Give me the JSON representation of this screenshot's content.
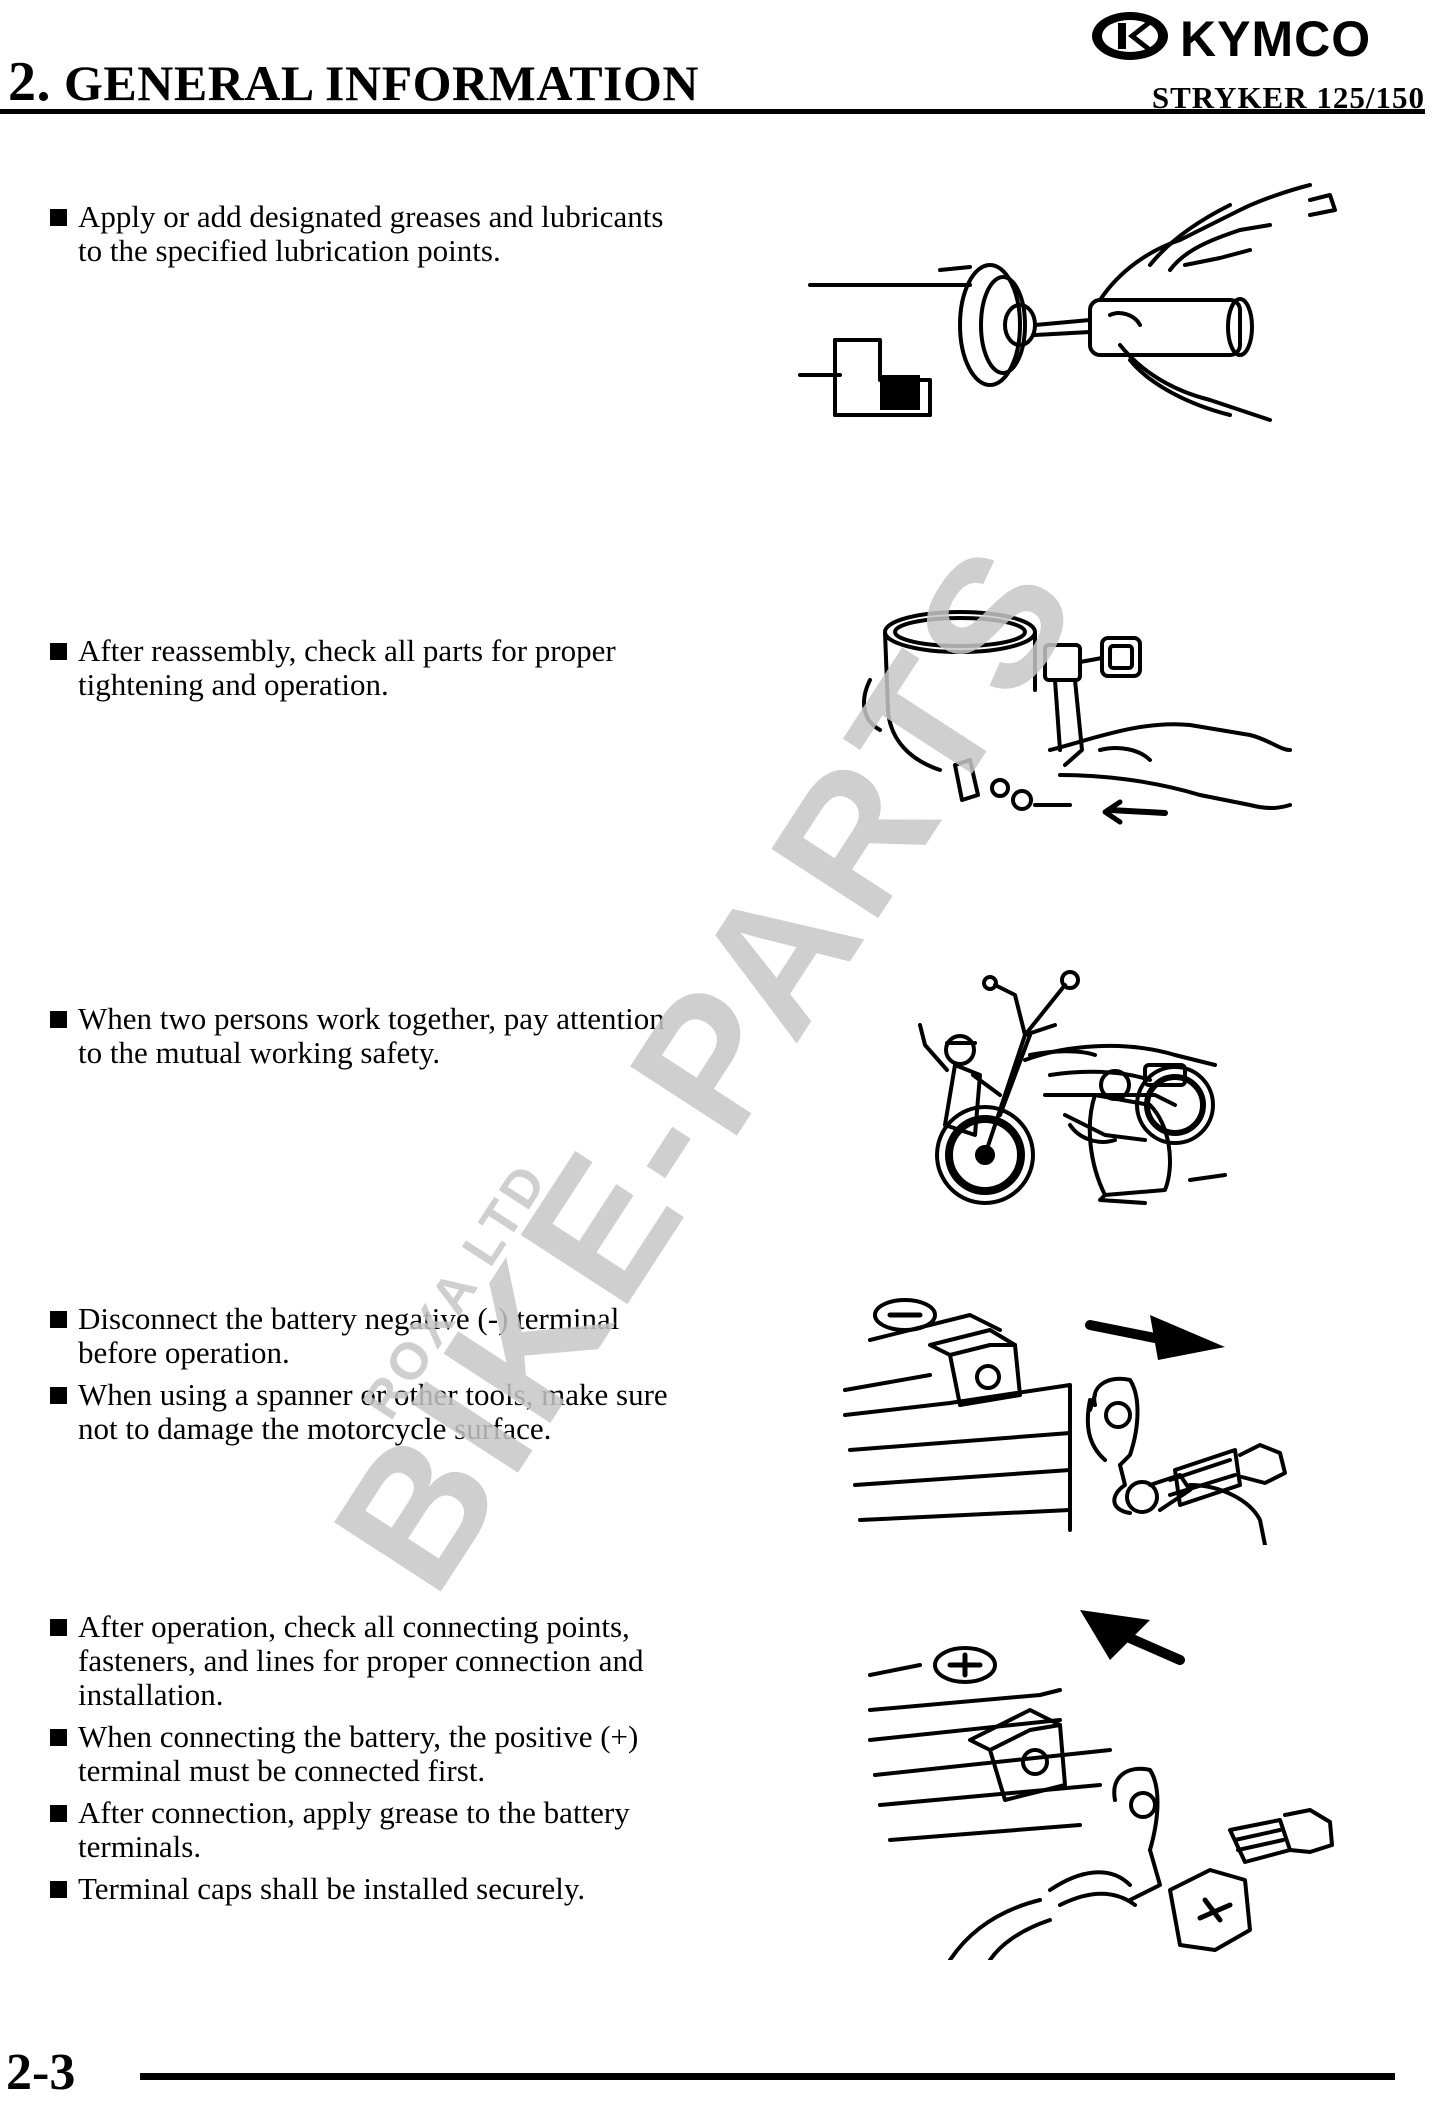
{
  "header": {
    "chapter_number": "2.",
    "chapter_title": "GENERAL INFORMATION",
    "brand": "KYMCO",
    "model": "STRYKER 125/150"
  },
  "sections": [
    {
      "items": [
        "Apply or add designated greases and lubricants to the specified lubrication points."
      ]
    },
    {
      "items": [
        "After reassembly, check all parts for proper tightening and operation."
      ]
    },
    {
      "items": [
        "When two persons work together, pay attention to the mutual working safety."
      ]
    },
    {
      "items": [
        "Disconnect the battery negative (-) terminal before operation.",
        "When using a spanner or other tools, make sure not to damage the motorcycle surface."
      ]
    },
    {
      "items": [
        "After operation, check all connecting points, fasteners, and lines for proper connection and installation.",
        "When connecting the battery, the positive (+) terminal must be connected first.",
        "After connection, apply grease to the battery terminals.",
        "Terminal caps shall be installed securely."
      ]
    }
  ],
  "watermark": {
    "main": "BIKE-PARTS",
    "sub": "ROXA LTD"
  },
  "footer": {
    "page_number": "2-3"
  }
}
